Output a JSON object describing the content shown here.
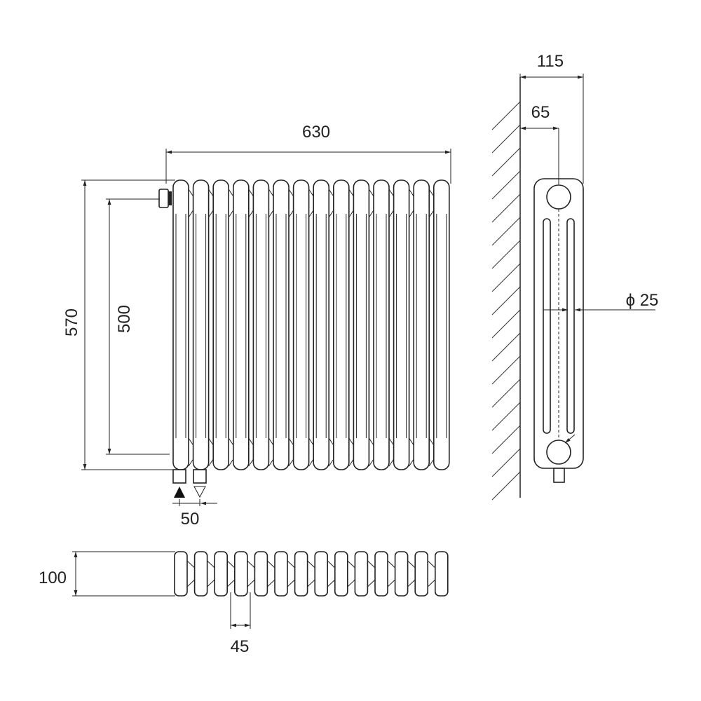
{
  "title": "Column radiator dimension drawing",
  "sections": 14,
  "dimensions": {
    "overall_width": "630",
    "overall_height": "570",
    "pipe_centres": "500",
    "connection_spacing": "50",
    "top_depth": "100",
    "section_pitch": "45",
    "total_depth": "115",
    "wall_to_centre": "65",
    "pipe_diameter": "ϕ 25"
  }
}
